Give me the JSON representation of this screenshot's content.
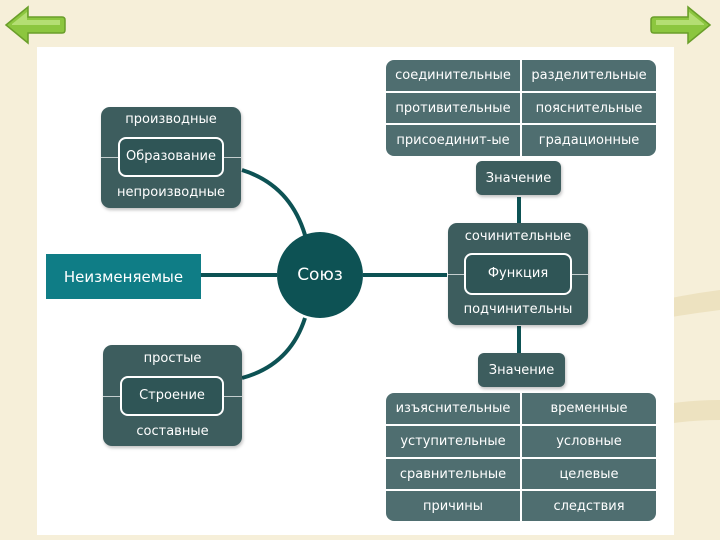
{
  "colors": {
    "background": "#f6efd9",
    "box": "#3d5d5e",
    "cell": "#4f6e70",
    "circle": "#0d5254",
    "highlight": "#0f7d86",
    "arrow_green": "#8cc63f"
  },
  "nav": {
    "back_icon": "arrow-left-icon",
    "forward_icon": "arrow-right-icon"
  },
  "center": {
    "label": "Союз"
  },
  "left_label": "Неизменяемые",
  "formation": {
    "top": "производные",
    "title": "Образование",
    "bottom": "непроизводные"
  },
  "structure": {
    "top": "простые",
    "title": "Строение",
    "bottom": "составные"
  },
  "function": {
    "top": "сочинительные",
    "title": "Функция",
    "bottom": "подчинительны"
  },
  "coordinating_meaning": {
    "label": "Значение",
    "items": [
      "соединительные",
      "разделительные",
      "противительные",
      "пояснительные",
      "присоединит-ые",
      "градационные"
    ]
  },
  "subordinating_meaning": {
    "label": "Значение",
    "items": [
      "изъяснительные",
      "временные",
      "уступительные",
      "условные",
      "сравнительные",
      "целевые",
      "причины",
      "следствия"
    ]
  }
}
